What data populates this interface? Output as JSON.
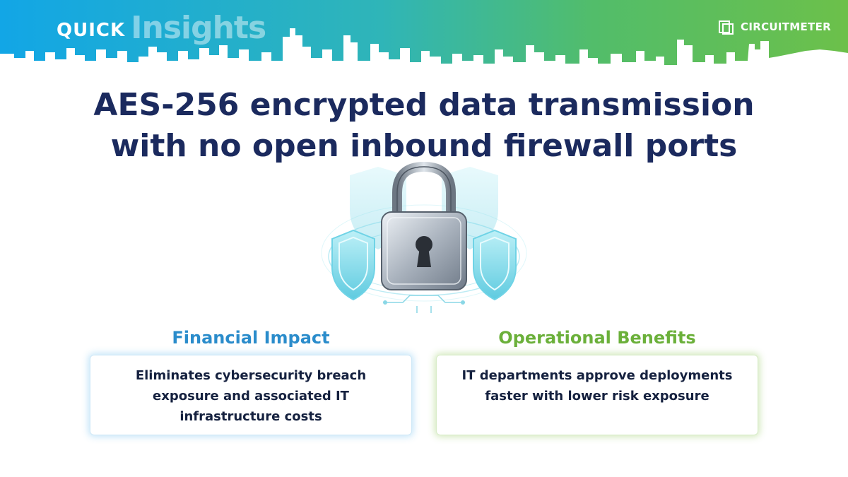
{
  "header": {
    "brand_quick": "QUICK",
    "brand_insights": "Insights",
    "logo_text": "CIRCUITMETER",
    "gradient_start": "#1aa3e0",
    "gradient_end": "#6cc04a"
  },
  "headline": {
    "line1": "AES-256 encrypted data transmission",
    "line2": "with no open inbound firewall ports"
  },
  "hero": {
    "icon": "padlock-with-shields-icon"
  },
  "cards": {
    "financial": {
      "title": "Financial Impact",
      "line1": "Eliminates cybersecurity breach",
      "line2": "exposure and associated IT",
      "line3": "infrastructure costs",
      "accent": "#2a8ccb"
    },
    "operational": {
      "title": "Operational Benefits",
      "line1": "IT departments approve deployments",
      "line2": "faster with lower risk exposure",
      "accent": "#6bb03a"
    }
  },
  "colors": {
    "headline": "#1b2a5e",
    "body_text": "#15213f"
  }
}
